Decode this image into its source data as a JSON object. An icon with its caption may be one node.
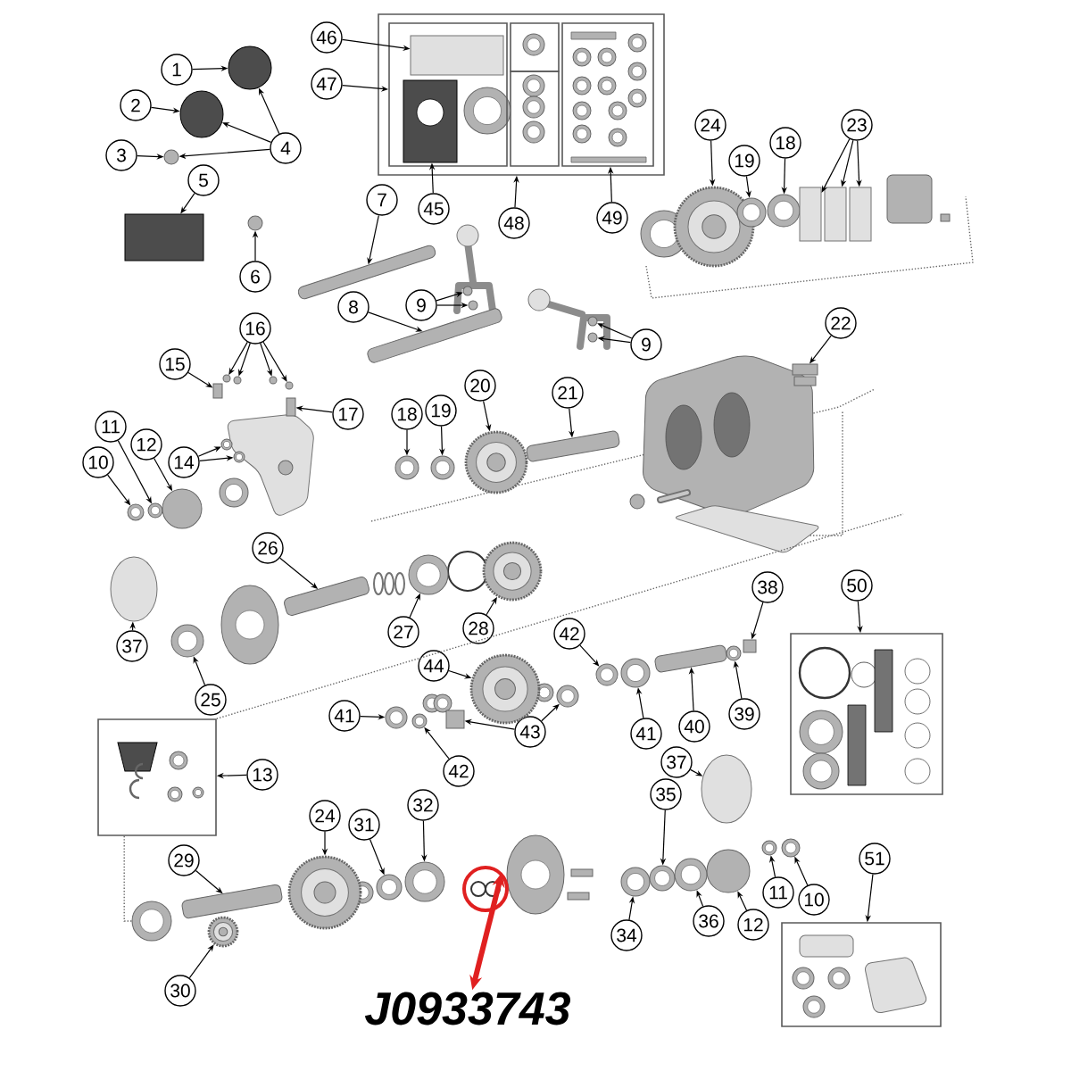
{
  "diagram": {
    "nodes": [
      {
        "text": [
          "1"
        ]
      },
      {
        "text": [
          "46"
        ]
      },
      {
        "text": [
          "47"
        ]
      },
      {
        "text": [
          "2"
        ]
      },
      {
        "text": [
          "3"
        ]
      },
      {
        "text": [
          "4"
        ]
      },
      {
        "text": [
          "5"
        ]
      },
      {
        "text": [
          "24"
        ]
      },
      {
        "text": [
          "23"
        ]
      },
      {
        "text": [
          "18"
        ]
      },
      {
        "text": [
          "19"
        ]
      },
      {
        "text": [
          "7"
        ]
      },
      {
        "text": [
          "45"
        ]
      },
      {
        "text": [
          "48"
        ]
      },
      {
        "text": [
          "49"
        ]
      },
      {
        "text": [
          "6"
        ]
      },
      {
        "text": [
          "8"
        ]
      },
      {
        "text": [
          "9"
        ]
      },
      {
        "text": [
          "22"
        ]
      },
      {
        "text": [
          "16"
        ]
      },
      {
        "text": [
          "9"
        ]
      },
      {
        "text": [
          "15"
        ]
      },
      {
        "text": [
          "20"
        ]
      },
      {
        "text": [
          "21"
        ]
      },
      {
        "text": [
          "18"
        ]
      },
      {
        "text": [
          "19"
        ]
      },
      {
        "text": [
          "17"
        ]
      },
      {
        "text": [
          "11"
        ]
      },
      {
        "text": [
          "12"
        ]
      },
      {
        "text": [
          "14"
        ]
      },
      {
        "text": [
          "10"
        ]
      },
      {
        "text": [
          "26"
        ]
      },
      {
        "text": [
          "38"
        ]
      },
      {
        "text": [
          "50"
        ]
      },
      {
        "text": [
          "27"
        ]
      },
      {
        "text": [
          "28"
        ]
      },
      {
        "text": [
          "42"
        ]
      },
      {
        "text": [
          "37"
        ]
      },
      {
        "text": [
          "44"
        ]
      },
      {
        "text": [
          "25"
        ]
      },
      {
        "text": [
          "39"
        ]
      },
      {
        "text": [
          "41"
        ]
      },
      {
        "text": [
          "40"
        ]
      },
      {
        "text": [
          "41"
        ]
      },
      {
        "text": [
          "43"
        ]
      },
      {
        "text": [
          "37"
        ]
      },
      {
        "text": [
          "42"
        ]
      },
      {
        "text": [
          "13"
        ]
      },
      {
        "text": [
          "35"
        ]
      },
      {
        "text": [
          "24"
        ]
      },
      {
        "text": [
          "31"
        ]
      },
      {
        "text": [
          "32"
        ]
      },
      {
        "text": [
          "51"
        ]
      },
      {
        "text": [
          "29"
        ]
      },
      {
        "text": [
          "11"
        ]
      },
      {
        "text": [
          "10"
        ]
      },
      {
        "text": [
          "12"
        ]
      },
      {
        "text": [
          "36"
        ]
      },
      {
        "text": [
          "34"
        ]
      },
      {
        "text": [
          "30"
        ]
      },
      {
        "text": [],
        "shape": "circle"
      },
      {
        "text": [
          "J0933743"
        ]
      },
      {
        "text": [],
        "shape": "circle"
      },
      {
        "text": [],
        "shape": "circle"
      },
      {
        "text": [],
        "shape": "circle"
      },
      {
        "text": [],
        "shape": "box"
      },
      {
        "text": [],
        "shape": "circle"
      },
      {
        "text": [],
        "shape": "box"
      },
      {
        "text": [],
        "shape": "box",
        "in": 67
      },
      {
        "text": [],
        "shape": "box",
        "in": 68
      },
      {
        "text": [],
        "shape": "box",
        "in": 68
      },
      {
        "text": [],
        "shape": "box",
        "in": 67
      },
      {
        "text": [],
        "shape": "circle"
      },
      {
        "text": [],
        "shape": "circle"
      },
      {
        "text": [],
        "shape": "circle"
      },
      {
        "text": [],
        "shape": "box"
      },
      {
        "text": [],
        "shape": "box"
      },
      {
        "text": [],
        "shape": "box"
      },
      {
        "text": [],
        "shape": "bar"
      },
      {
        "text": [],
        "shape": "bar"
      },
      {
        "text": [],
        "shape": "circle"
      },
      {
        "text": [],
        "shape": "circle"
      },
      {
        "text": [],
        "shape": "circle"
      },
      {
        "text": [],
        "shape": "circle"
      },
      {
        "text": [],
        "shape": "box"
      },
      {
        "text": [],
        "shape": "circle"
      },
      {
        "text": [],
        "shape": "circle"
      },
      {
        "text": [],
        "shape": "circle"
      },
      {
        "text": [],
        "shape": "circle"
      },
      {
        "text": [],
        "shape": "box"
      },
      {
        "text": [],
        "shape": "box"
      },
      {
        "text": [],
        "shape": "circle"
      },
      {
        "text": [],
        "shape": "circle"
      },
      {
        "text": [],
        "shape": "circle"
      },
      {
        "text": [],
        "shape": "circle"
      },
      {
        "text": [],
        "shape": "circle"
      },
      {
        "text": [],
        "shape": "circle"
      },
      {
        "text": [],
        "shape": "circle"
      },
      {
        "text": [],
        "shape": "circle"
      },
      {
        "text": [],
        "shape": "bar"
      },
      {
        "text": [],
        "shape": "circle"
      },
      {
        "text": [],
        "shape": "circle"
      },
      {
        "text": [],
        "shape": "bar"
      },
      {
        "text": [],
        "shape": "circle"
      },
      {
        "text": [],
        "shape": "circle"
      },
      {
        "text": [],
        "shape": "circle"
      },
      {
        "text": [],
        "shape": "circle"
      },
      {
        "text": [],
        "shape": "circle"
      },
      {
        "text": [],
        "shape": "bar"
      },
      {
        "text": [],
        "shape": "circle"
      },
      {
        "text": [],
        "shape": "box"
      },
      {
        "text": [],
        "shape": "box"
      },
      {
        "text": [],
        "shape": "circle"
      },
      {
        "text": [],
        "shape": "circle"
      },
      {
        "text": [],
        "shape": "circle"
      },
      {
        "text": [],
        "shape": "box"
      },
      {
        "text": [],
        "shape": "box"
      },
      {
        "text": [],
        "shape": "box"
      },
      {
        "text": [],
        "shape": "circle"
      },
      {
        "text": [],
        "shape": "circle"
      },
      {
        "text": [],
        "shape": "bar"
      },
      {
        "text": [],
        "shape": "circle"
      },
      {
        "text": [],
        "shape": "circle"
      },
      {
        "text": [],
        "shape": "circle"
      },
      {
        "text": [],
        "shape": "circle"
      },
      {
        "text": [],
        "shape": "circle"
      },
      {
        "text": [],
        "shape": "circle"
      },
      {
        "text": [],
        "shape": "circle"
      },
      {
        "text": [],
        "shape": "circle"
      },
      {
        "text": [],
        "shape": "circle"
      },
      {
        "text": [],
        "shape": "circle"
      }
    ],
    "edges": [
      {
        "from": 0,
        "to": 62,
        "arrow": "to"
      },
      {
        "from": 1,
        "to": 69,
        "arrow": "to"
      },
      {
        "from": 2,
        "to": 68,
        "arrow": "to"
      },
      {
        "from": 3,
        "to": 63,
        "arrow": "to"
      },
      {
        "from": 4,
        "to": 64,
        "arrow": "to"
      },
      {
        "from": 5,
        "to": 63,
        "arrow": "to"
      },
      {
        "from": 5,
        "to": 62,
        "arrow": "to"
      },
      {
        "from": 5,
        "to": 64,
        "arrow": "to"
      },
      {
        "from": 6,
        "to": 65,
        "arrow": "to"
      },
      {
        "from": 7,
        "to": 72,
        "arrow": "to"
      },
      {
        "from": 8,
        "to": 75,
        "arrow": "to"
      },
      {
        "from": 8,
        "to": 76,
        "arrow": "to"
      },
      {
        "from": 8,
        "to": 77,
        "arrow": "to"
      },
      {
        "from": 9,
        "to": 74,
        "arrow": "to"
      },
      {
        "from": 10,
        "to": 73,
        "arrow": "to"
      },
      {
        "from": 11,
        "to": 78,
        "arrow": "to"
      },
      {
        "from": 12,
        "to": 70,
        "arrow": "to"
      },
      {
        "from": 13,
        "to": 67,
        "arrow": "to"
      },
      {
        "from": 14,
        "to": 71,
        "arrow": "to"
      },
      {
        "from": 15,
        "to": 66,
        "arrow": "to"
      },
      {
        "from": 16,
        "to": 79,
        "arrow": "to"
      },
      {
        "from": 17,
        "to": 80,
        "arrow": "to"
      },
      {
        "from": 17,
        "to": 81,
        "arrow": "to"
      },
      {
        "from": 18,
        "to": 84,
        "arrow": "to"
      },
      {
        "from": 19,
        "to": 85,
        "arrow": "to"
      },
      {
        "from": 19,
        "to": 86,
        "arrow": "to"
      },
      {
        "from": 19,
        "to": 87,
        "arrow": "to"
      },
      {
        "from": 19,
        "to": 88,
        "arrow": "to"
      },
      {
        "from": 20,
        "to": 82,
        "arrow": "to"
      },
      {
        "from": 20,
        "to": 83,
        "arrow": "to"
      },
      {
        "from": 21,
        "to": 89,
        "arrow": "to"
      },
      {
        "from": 22,
        "to": 98,
        "arrow": "to"
      },
      {
        "from": 23,
        "to": 99,
        "arrow": "to"
      },
      {
        "from": 24,
        "to": 96,
        "arrow": "to"
      },
      {
        "from": 25,
        "to": 97,
        "arrow": "to"
      },
      {
        "from": 26,
        "to": 90,
        "arrow": "to"
      },
      {
        "from": 27,
        "to": 94,
        "arrow": "to"
      },
      {
        "from": 28,
        "to": 95,
        "arrow": "to"
      },
      {
        "from": 29,
        "to": 91,
        "arrow": "to"
      },
      {
        "from": 29,
        "to": 92,
        "arrow": "to"
      },
      {
        "from": 30,
        "to": 93,
        "arrow": "to"
      },
      {
        "from": 31,
        "to": 102,
        "arrow": "to"
      },
      {
        "from": 32,
        "to": 110,
        "arrow": "to"
      },
      {
        "from": 33,
        "to": 116,
        "arrow": "to"
      },
      {
        "from": 34,
        "to": 103,
        "arrow": "to"
      },
      {
        "from": 35,
        "to": 104,
        "arrow": "to"
      },
      {
        "from": 36,
        "to": 106,
        "arrow": "to"
      },
      {
        "from": 37,
        "to": 100,
        "arrow": "to"
      },
      {
        "from": 38,
        "to": 105,
        "arrow": "to"
      },
      {
        "from": 39,
        "to": 101,
        "arrow": "to"
      },
      {
        "from": 40,
        "to": 109,
        "arrow": "to"
      },
      {
        "from": 41,
        "to": 113,
        "arrow": "to"
      },
      {
        "from": 42,
        "to": 108,
        "arrow": "to"
      },
      {
        "from": 43,
        "to": 107,
        "arrow": "to"
      },
      {
        "from": 44,
        "to": 111,
        "arrow": "to"
      },
      {
        "from": 44,
        "to": 112,
        "arrow": "to"
      },
      {
        "from": 45,
        "to": 118,
        "arrow": "to"
      },
      {
        "from": 46,
        "to": 114,
        "arrow": "to"
      },
      {
        "from": 47,
        "to": 115,
        "arrow": "to"
      },
      {
        "from": 48,
        "to": 126,
        "arrow": "to"
      },
      {
        "from": 49,
        "to": 122,
        "arrow": "to"
      },
      {
        "from": 50,
        "to": 123,
        "arrow": "to"
      },
      {
        "from": 51,
        "to": 124,
        "arrow": "to"
      },
      {
        "from": 52,
        "to": 117,
        "arrow": "to"
      },
      {
        "from": 53,
        "to": 120,
        "arrow": "to"
      },
      {
        "from": 54,
        "to": 129,
        "arrow": "to"
      },
      {
        "from": 55,
        "to": 130,
        "arrow": "to"
      },
      {
        "from": 56,
        "to": 128,
        "arrow": "to"
      },
      {
        "from": 57,
        "to": 127,
        "arrow": "to"
      },
      {
        "from": 58,
        "to": 125,
        "arrow": "to"
      },
      {
        "from": 59,
        "to": 121,
        "arrow": "to"
      },
      {
        "from": 60,
        "to": 61,
        "arrow": "both",
        "style": "thick",
        "color": "#e02020"
      },
      {
        "from": 115,
        "to": 119,
        "arrow": "none",
        "style": "dashed",
        "color": "#666666"
      },
      {
        "from": 115,
        "to": null,
        "arrow": "none",
        "style": "dashed",
        "color": "#666666"
      }
    ]
  }
}
